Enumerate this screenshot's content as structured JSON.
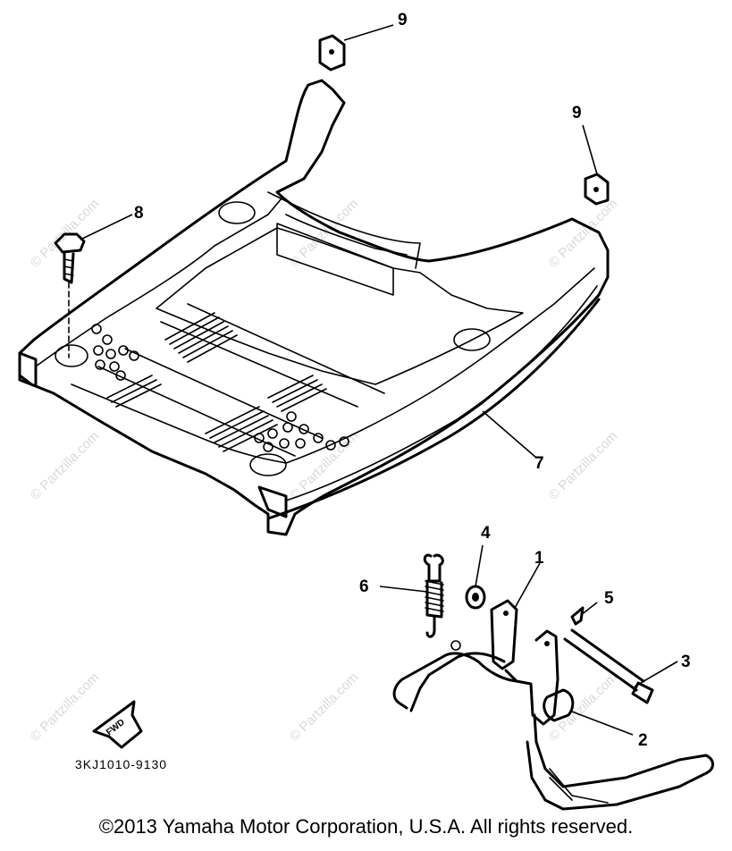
{
  "diagram": {
    "callouts": [
      "9",
      "9",
      "8",
      "7",
      "6",
      "4",
      "1",
      "5",
      "3",
      "2"
    ],
    "part_code": "3KJ1010-9130",
    "fwd_label": "FWD",
    "watermark": "© Partzilla.com"
  },
  "footer": {
    "copyright": "©2013 Yamaha Motor Corporation, U.S.A. All rights reserved."
  }
}
